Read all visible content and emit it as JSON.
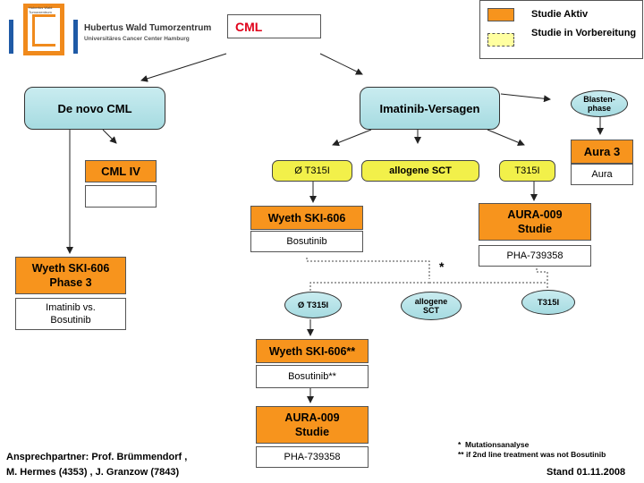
{
  "logo": {
    "mark_text": "Hubertus Wald Tumorzentrum",
    "title": "Hubertus Wald Tumorzentrum",
    "subtitle": "Universitäres Cancer Center Hamburg",
    "colors": {
      "blue": "#1f5aa6",
      "orange": "#f08a1c"
    }
  },
  "legend": {
    "active_label": "Studie Aktiv",
    "prep_label": "Studie in Vorbereitung",
    "active_color": "#f7941d",
    "prep_color": "#ffffa0"
  },
  "nodes": {
    "root": "CML",
    "denovo": "De novo CML",
    "imatinib_failure": "Imatinib-Versagen",
    "blast_phase": "Blasten-phase",
    "aura3_title": "Aura 3",
    "aura3_sub": "Aura",
    "cml4_title": "CML IV",
    "cml4_sub": "",
    "wyeth_phase3_title": "Wyeth SKI-606 Phase 3",
    "wyeth_phase3_sub": "Imatinib vs. Bosutinib",
    "no_t315i": "Ø T315I",
    "allogene_sct": "allogene SCT",
    "t315i": "T315I",
    "wyeth1_title": "Wyeth SKI-606",
    "wyeth1_sub": "Bosutinib",
    "aura009a_title": "AURA-009 Studie",
    "aura009a_sub": "PHA-739358",
    "star": "*",
    "no_t315i_2": "Ø T315I",
    "allogene_sct_2": "allogene SCT",
    "t315i_2": "T315I",
    "wyeth2_title": "Wyeth SKI-606**",
    "wyeth2_sub": "Bosutinib**",
    "aura009b_title": "AURA-009 Studie",
    "aura009b_sub": "PHA-739358"
  },
  "footnotes": {
    "line1": "*  Mutationsanalyse",
    "line2": "** if 2nd line treatment was not Bosutinib"
  },
  "contact": {
    "line1": "Ansprechpartner: Prof. Brümmendorf ,",
    "line2": "M. Hermes (4353) , J. Granzow (7843)"
  },
  "stand": "Stand 01.11.2008"
}
